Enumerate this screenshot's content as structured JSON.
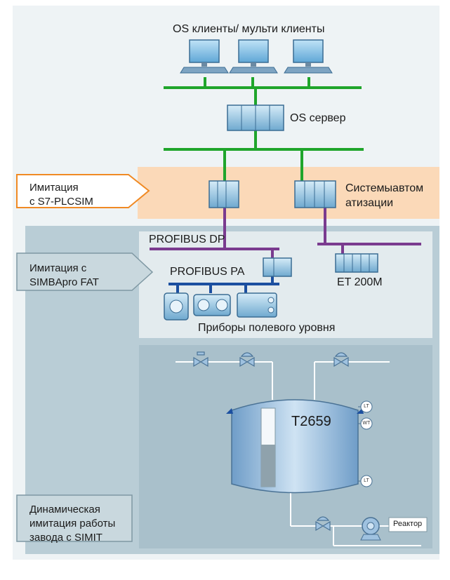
{
  "diagram": {
    "title": "OS клиенты/ мульти клиенты",
    "os_server": "OS сервер",
    "automation_systems": "Системыавтом\nатизации",
    "profibus_dp": "PROFIBUS DP",
    "profibus_pa": "PROFIBUS PA",
    "et200m": "ET 200M",
    "field_devices": "Приборы полевого уровня",
    "tank_name": "T2659",
    "reactor": "Реактор",
    "tags": {
      "lt1": "LT",
      "wt": "WT",
      "lt2": "LT"
    }
  },
  "simulations": [
    {
      "label": "Имитация\nс S7-PLCSIM"
    },
    {
      "label": "Имитация с\nSIMBApro FAT"
    },
    {
      "label": "Динамическая\nимитация работы\nзавода с SIMIT"
    }
  ],
  "colors": {
    "ethernet": "#1fa52b",
    "profibus_dp": "#7a3b8f",
    "profibus_pa": "#1b4fa0",
    "plc_zone": "#fbd9b8",
    "plc_callout": "#f08a24",
    "outer_panel": "#b9cdd6",
    "inner_panel": "#e3ebee",
    "plant_panel": "#a9c0cb",
    "tank": "#9fc2e0"
  },
  "icons": [
    "computer-icon",
    "server-icon",
    "plc-icon",
    "et200m-icon",
    "transmitter-icon",
    "valve-icon",
    "pump-icon",
    "tank-icon"
  ]
}
